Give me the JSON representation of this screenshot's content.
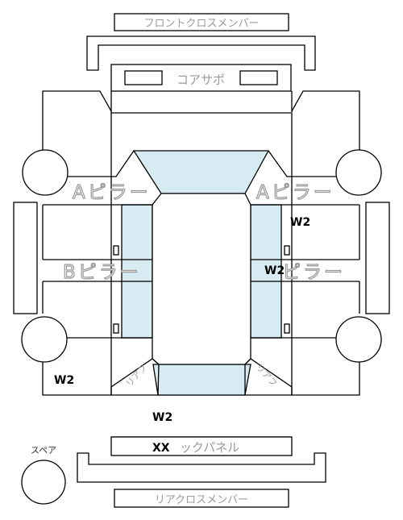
{
  "labels": {
    "front_cross_member": "フロントクロスメンバー",
    "core_support": "コアサポ",
    "a_pillar_left": "Aピラー",
    "a_pillar_right": "Aピラー",
    "b_pillar_left": "Bピラー",
    "b_pillar_right": "ピラー",
    "back_panel": "ックパネル",
    "rear_cross_member": "リアクロスメンバー",
    "spare": "スペア",
    "rear_corner_left": "リアフ",
    "rear_corner_right": "リアフ"
  },
  "marks": {
    "right_upper": "W2",
    "right_b_pillar": "W2",
    "left_rear": "W2",
    "trunk_floor": "W2",
    "back_panel": "XX"
  },
  "colors": {
    "glass": "#d7ecf2",
    "outline": "#000000",
    "label_gray": "#9a9a9a"
  }
}
